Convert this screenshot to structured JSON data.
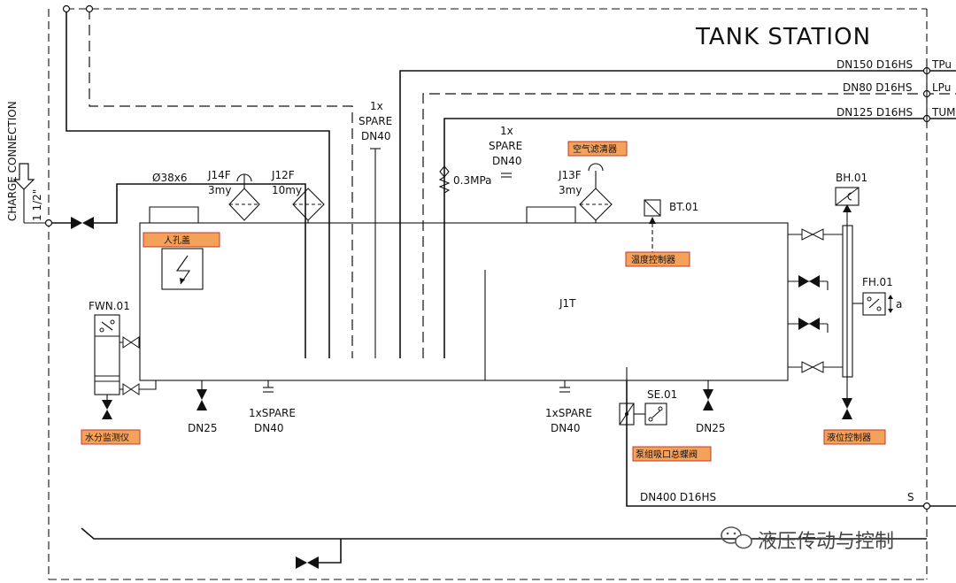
{
  "title": "TANK STATION",
  "charge_connection": {
    "label": "CHARGE CONNECTION",
    "size": "1 1/2\""
  },
  "outlets": [
    {
      "pipe": "DN150 D16HS",
      "code": "TPu"
    },
    {
      "pipe": "DN80 D16HS",
      "code": "LPu"
    },
    {
      "pipe": "DN125 D16HS",
      "code": "TUM"
    }
  ],
  "suction": {
    "pipe": "DN400 D16HS",
    "code": "S"
  },
  "pipe_size": "Ø38x6",
  "relief_valve": "0.3MPa",
  "spares_top": [
    {
      "l1": "1x",
      "l2": "SPARE",
      "l3": "DN40"
    },
    {
      "l1": "1x",
      "l2": "SPARE",
      "l3": "DN40"
    }
  ],
  "spares_bottom": [
    {
      "l1": "1xSPARE",
      "l2": "DN40"
    },
    {
      "l1": "1xSPARE",
      "l2": "DN40"
    }
  ],
  "filters": [
    {
      "id": "J14F",
      "spec": "3my"
    },
    {
      "id": "J12F",
      "spec": "10my"
    },
    {
      "id": "J13F",
      "spec": "3my"
    }
  ],
  "tank": {
    "id": "J1T"
  },
  "instruments": {
    "fwn": "FWN.01",
    "bt": "BT.01",
    "bh": "BH.01",
    "fh": "FH.01",
    "fh_suffix": "a",
    "se": "SE.01"
  },
  "drains": [
    "DN25",
    "DN25"
  ],
  "annotations": {
    "air_filter": "空气滤清器",
    "manhole": "人孔盖",
    "temp_controller": "温度控制器",
    "water_monitor": "水分监测仪",
    "pump_valve": "泵组吸口总蝶阀",
    "level_controller": "液位控制器"
  },
  "watermark": "液压传动与控制",
  "colors": {
    "tag_fill": "#f4a15a",
    "tag_border": "#c0392b",
    "line": "#111111"
  }
}
